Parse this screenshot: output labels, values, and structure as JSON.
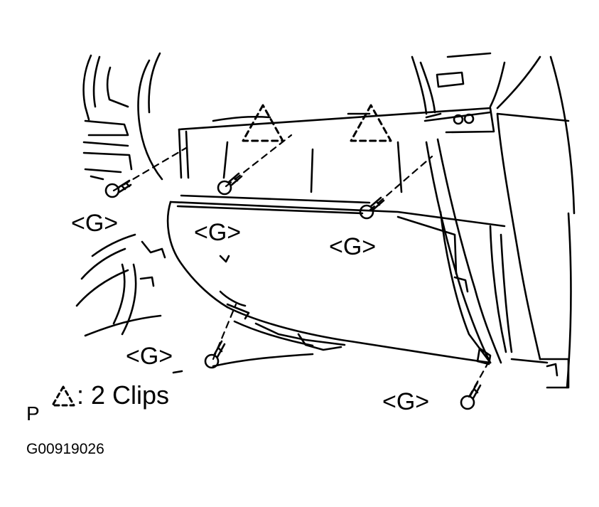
{
  "diagram": {
    "screw_labels": [
      "<G>",
      "<G>",
      "<G>",
      "<G>",
      "<G>"
    ],
    "legend": {
      "symbol_name": "clip-triangle-icon",
      "text": ": 2 Clips"
    },
    "view_letter": "P",
    "figure_code": "G00919026"
  }
}
